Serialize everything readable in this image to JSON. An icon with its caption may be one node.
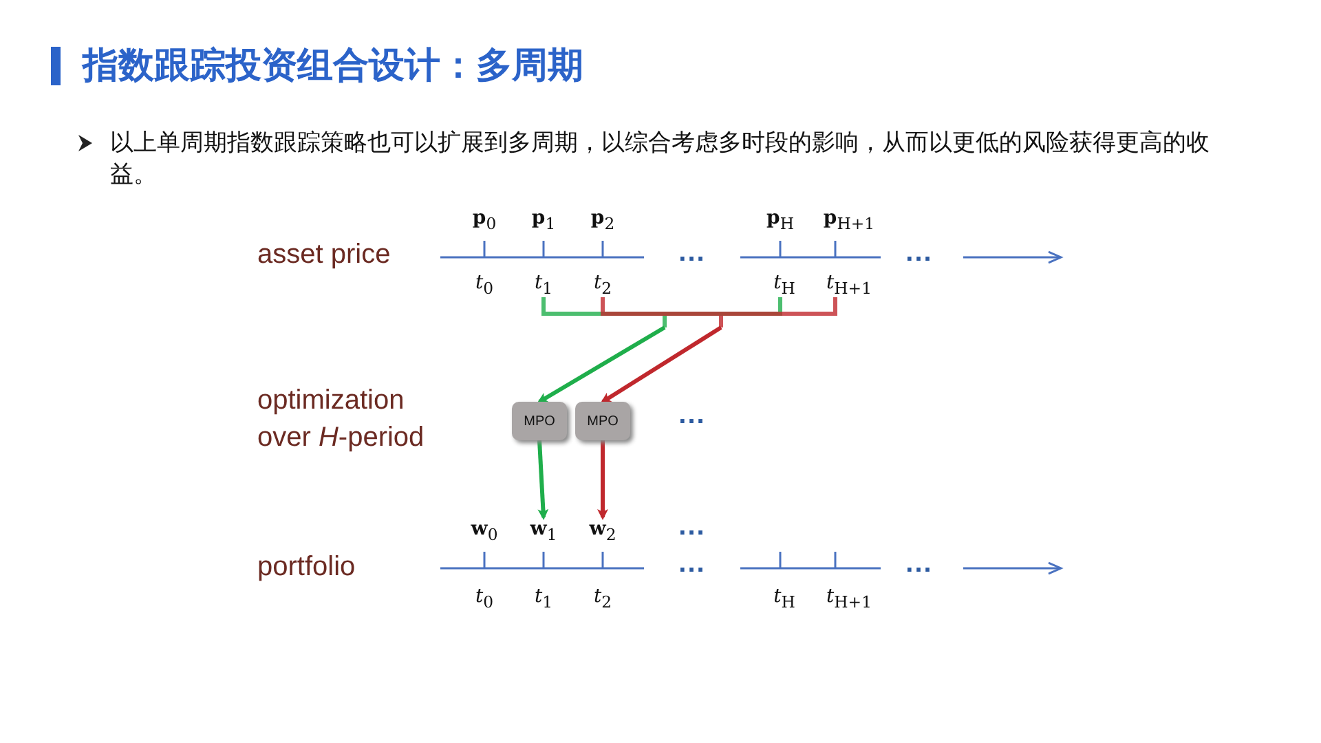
{
  "diagram": {
    "title": "指数跟踪投资组合设计：多周期",
    "nodes": [
      {
        "text": [
          "MPO"
        ]
      },
      {
        "text": [
          "MPO"
        ]
      },
      {
        "text": [
          "**w**$_{1}$"
        ]
      },
      {
        "text": [
          "**w**$_{2}$"
        ]
      },
      {
        "text": [],
        "shape": "bracket"
      },
      {
        "text": [],
        "shape": "bracket"
      }
    ],
    "edges": [
      {
        "from": 4,
        "to": 0,
        "arrow": "to",
        "color": "#1fae4b"
      },
      {
        "from": 5,
        "to": 1,
        "arrow": "to",
        "color": "#c0282d"
      },
      {
        "from": 0,
        "to": 2,
        "arrow": "to",
        "color": "#1fae4b"
      },
      {
        "from": 1,
        "to": 3,
        "arrow": "to",
        "color": "#c0282d"
      }
    ],
    "labels": [
      "以上单周期指数跟踪策略也可以扩展到多周期，以综合考虑多时段的影响，从而以更低的风险获得更高的收益。",
      "**p**$_{0}$",
      "**p**$_{1}$",
      "**p**$_{2}$",
      "**p**$_{H}$",
      "**p**$_{H+1}$",
      "asset price",
      "...",
      "...",
      "*t*$_{0}$",
      "*t*$_{1}$",
      "*t*$_{2}$",
      "*t*$_{H}$",
      "*t*$_{H+1}$",
      "optimization over *H*-period",
      "...",
      "**w**$_{0}$",
      "...",
      "portfolio",
      "...",
      "...",
      "*t*$_{0}$",
      "*t*$_{1}$",
      "*t*$_{2}$",
      "*t*$_{H}$",
      "*t*$_{H+1}$"
    ]
  }
}
